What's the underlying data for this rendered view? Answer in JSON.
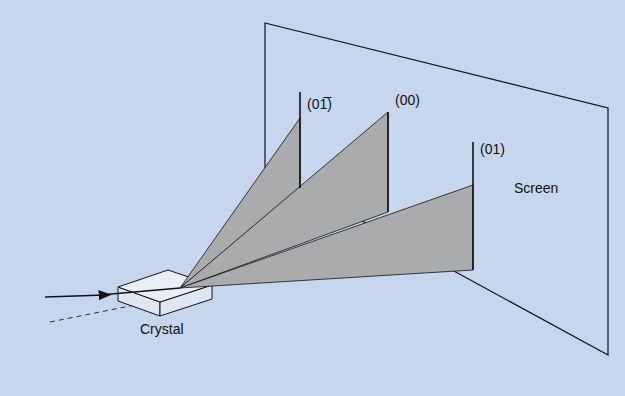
{
  "diagram": {
    "labels": [
      "(01̅)",
      "(00)",
      "(01)",
      "Screen",
      "Crystal"
    ]
  }
}
